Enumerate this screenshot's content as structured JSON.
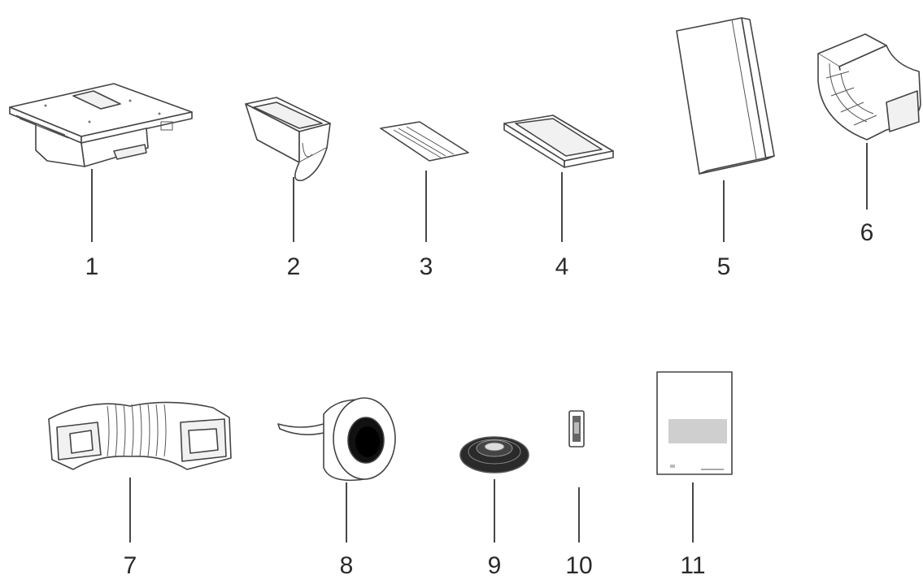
{
  "parts": [
    {
      "id": "1",
      "label": "1",
      "icon": "induction-hob-with-extractor-icon"
    },
    {
      "id": "2",
      "label": "2",
      "icon": "extractor-outlet-adapter-icon"
    },
    {
      "id": "3",
      "label": "3",
      "icon": "flat-plate-icon"
    },
    {
      "id": "4",
      "label": "4",
      "icon": "shallow-tray-icon"
    },
    {
      "id": "5",
      "label": "5",
      "icon": "straight-duct-icon"
    },
    {
      "id": "6",
      "label": "6",
      "icon": "duct-elbow-icon"
    },
    {
      "id": "7",
      "label": "7",
      "icon": "flexible-duct-icon"
    },
    {
      "id": "8",
      "label": "8",
      "icon": "tape-roll-icon"
    },
    {
      "id": "9",
      "label": "9",
      "icon": "seal-ring-icon"
    },
    {
      "id": "10",
      "label": "10",
      "icon": "clip-icon"
    },
    {
      "id": "11",
      "label": "11",
      "icon": "manual-booklet-icon"
    }
  ]
}
